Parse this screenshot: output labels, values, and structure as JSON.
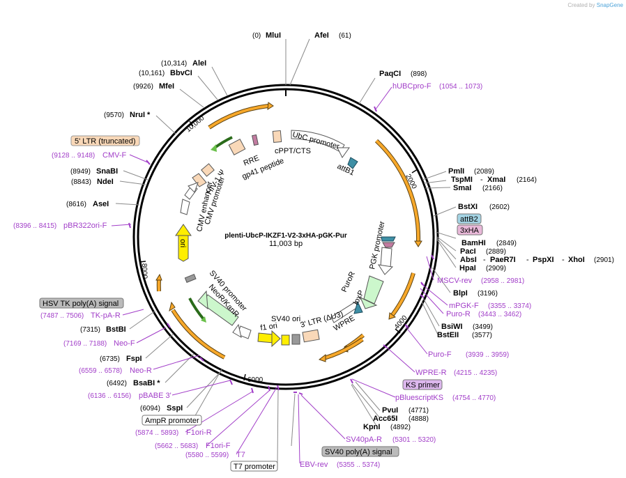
{
  "credit": {
    "prefix": "Created by",
    "brand": "SnapGene"
  },
  "plasmid": {
    "name": "plenti-UbcP-IKZF1-V2-3xHA-pGK-Pur",
    "size": "11,003 bp"
  },
  "ticks": [
    "2000",
    "4000",
    "6000",
    "8000",
    "10,000"
  ],
  "sites": {
    "mlui": {
      "pos": "(0)",
      "name": "MluI"
    },
    "afei": {
      "pos": "(61)",
      "name": "AfeI"
    },
    "paqci": {
      "name": "PaqCI",
      "pos": "(898)"
    },
    "alei": {
      "pos": "(10,314)",
      "name": "AleI"
    },
    "bbvci": {
      "pos": "(10,161)",
      "name": "BbvCI"
    },
    "mfei": {
      "pos": "(9926)",
      "name": "MfeI"
    },
    "nrui": {
      "pos": "(9570)",
      "name": "NruI *"
    },
    "snabi": {
      "pos": "(8949)",
      "name": "SnaBI"
    },
    "ndei": {
      "pos": "(8843)",
      "name": "NdeI"
    },
    "asei": {
      "pos": "(8616)",
      "name": "AseI"
    },
    "pmli": {
      "name": "PmlI",
      "pos": "(2089)"
    },
    "tspmi": {
      "name": "TspMI",
      "sep": "-",
      "name2": "XmaI",
      "pos": "(2164)"
    },
    "smai": {
      "name": "SmaI",
      "pos": "(2166)"
    },
    "bstxi": {
      "name": "BstXI",
      "pos": "(2602)"
    },
    "bamhi": {
      "name": "BamHI",
      "pos": "(2849)"
    },
    "paci": {
      "name": "PacI",
      "pos": "(2889)"
    },
    "absi": {
      "name": "AbsI",
      "sep1": "-",
      "name2": "PaeR7I",
      "sep2": "-",
      "name3": "PspXI",
      "sep3": "-",
      "name4": "XhoI",
      "pos": "(2901)"
    },
    "hpai": {
      "name": "HpaI",
      "pos": "(2909)"
    },
    "blpi": {
      "name": "BlpI",
      "pos": "(3196)"
    },
    "bsiwi": {
      "name": "BsiWI",
      "pos": "(3499)"
    },
    "bsteii": {
      "name": "BstEII",
      "pos": "(3577)"
    },
    "pvui": {
      "name": "PvuI",
      "pos": "(4771)"
    },
    "acc65i": {
      "name": "Acc65I",
      "pos": "(4888)"
    },
    "kpni": {
      "name": "KpnI",
      "pos": "(4892)"
    },
    "bstbi": {
      "pos": "(7315)",
      "name": "BstBI"
    },
    "fspi": {
      "pos": "(6735)",
      "name": "FspI"
    },
    "bsabi": {
      "pos": "(6492)",
      "name": "BsaBI *"
    },
    "sspi": {
      "pos": "(6094)",
      "name": "SspI"
    }
  },
  "primers": {
    "hubcpro": {
      "name": "hUBCpro-F",
      "range": "(1054 .. 1073)"
    },
    "cmvf": {
      "range": "(9128 .. 9148)",
      "name": "CMV-F"
    },
    "pbr322": {
      "range": "(8396 .. 8415)",
      "name": "pBR322ori-F"
    },
    "msclrev": {
      "name": "MSCV-rev",
      "range": "(2958 .. 2981)"
    },
    "mpgk": {
      "name": "mPGK-F",
      "range": "(3355 .. 3374)"
    },
    "puror": {
      "name": "Puro-R",
      "range": "(3443 .. 3462)"
    },
    "purof": {
      "name": "Puro-F",
      "range": "(3939 .. 3959)"
    },
    "wprer": {
      "name": "WPRE-R",
      "range": "(4215 .. 4235)"
    },
    "pbluescript": {
      "name": "pBluescriptKS",
      "range": "(4754 .. 4770)"
    },
    "tkpa": {
      "range": "(7487 .. 7506)",
      "name": "TK-pA-R"
    },
    "neof": {
      "range": "(7169 .. 7188)",
      "name": "Neo-F"
    },
    "neor": {
      "range": "(6559 .. 6578)",
      "name": "Neo-R"
    },
    "pbabe": {
      "range": "(6136 .. 6156)",
      "name": "pBABE 3'"
    },
    "f1orir": {
      "range": "(5874 .. 5893)",
      "name": "F1ori-R"
    },
    "f1orif": {
      "range": "(5662 .. 5683)",
      "name": "F1ori-F"
    },
    "t7": {
      "range": "(5580 .. 5599)",
      "name": "T7"
    },
    "sv40par": {
      "name": "SV40pA-R",
      "range": "(5301 .. 5320)"
    },
    "ebvrev": {
      "name": "EBV-rev",
      "range": "(5355 .. 5374)"
    }
  },
  "boxes": {
    "ltr5": "5' LTR (truncated)",
    "attb2": "attB2",
    "ha3": "3xHA",
    "hsvtk": "HSV TK poly(A) signal",
    "ksprimer": "KS primer",
    "ampr": "AmpR promoter",
    "t7prom": "T7 promoter",
    "sv40polya": "SV40 poly(A) signal"
  },
  "features": {
    "ubc": "UbC promoter",
    "cppt": "cPPT/CTS",
    "attb1": "attB1",
    "rre": "RRE",
    "gp41": "gp41 peptide",
    "hiv": "HIV-1 Ψ",
    "cmvprom": "CMV promoter",
    "cmvenh": "CMV enhancer",
    "ori": "ori",
    "sv40prom": "SV40 promoter",
    "neokan": "NeoR/KanR",
    "f1ori": "f1 ori",
    "sv40ori": "SV40 ori",
    "ltr3": "3' LTR (ΔU3)",
    "wpre": "WPRE",
    "pgk": "PGK promoter",
    "puror": "PuroR",
    "loxp": "loxP"
  },
  "colors": {
    "backbone": "#000000",
    "orf": "#f7a82a",
    "promoter": "#ffffff",
    "ori": "#ffee00",
    "ltr": "#f9d8b8",
    "primer": "#a13dc8",
    "selection": "#ccf7cc",
    "attb": "#a4d4e4",
    "ha": "#e8b8d8"
  }
}
